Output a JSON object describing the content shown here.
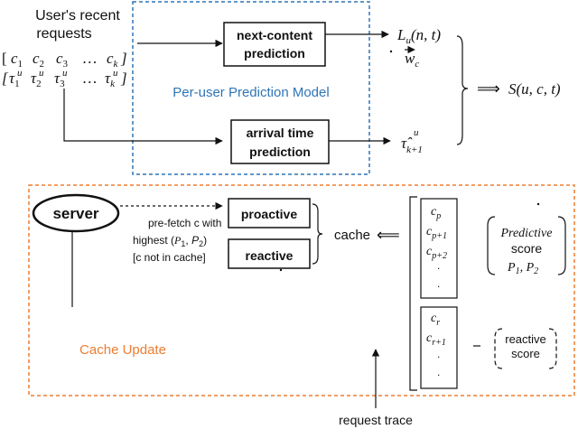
{
  "user_requests": {
    "title_line1": "User's recent",
    "title_line2": "requests",
    "content_row": {
      "open": "[",
      "items": [
        "c",
        "c",
        "c",
        "…",
        "c"
      ],
      "subs": [
        "1",
        "2",
        "3",
        "",
        "k"
      ],
      "close": "]"
    },
    "time_row": {
      "open": "[τ",
      "items": [
        "τ",
        "τ",
        "τ",
        "…",
        "τ"
      ],
      "sups": [
        "u",
        "u",
        "u",
        "",
        "u"
      ],
      "subs": [
        "1",
        "2",
        "3",
        "",
        "k"
      ],
      "close": "]"
    }
  },
  "model": {
    "title": "Per-user Prediction Model",
    "next_content_line1": "next-content",
    "next_content_line2": "prediction",
    "arrival_line1": "arrival time",
    "arrival_line2": "prediction"
  },
  "outputs": {
    "L": "L",
    "L_sub": "u",
    "L_args": "(n, t)",
    "w": "w",
    "w_sub": "c",
    "tau": "τ̂",
    "tau_sup": "u",
    "tau_sub": "k+1",
    "implies": "⟹",
    "score": "S(u, c, t)"
  },
  "cache_section": {
    "server_label": "server",
    "prefetch_line1": "pre-fetch c with",
    "prefetch_line2_a": "highest (",
    "prefetch_line2_p1": "P",
    "prefetch_line2_sub1": "1",
    "prefetch_line2_comma": ", ",
    "prefetch_line2_p2": "P",
    "prefetch_line2_sub2": "2",
    "prefetch_line2_b": ")",
    "prefetch_line3": "[c not in cache]",
    "proactive": "proactive",
    "reactive": "reactive",
    "cache_label": "cache",
    "left_arrow": "⟸",
    "proactive_list": {
      "var": "c",
      "subs": [
        "p",
        "p+1",
        "p+2"
      ],
      "dots": "."
    },
    "reactive_list": {
      "var": "c",
      "subs": [
        "r",
        "r+1"
      ],
      "dots": "."
    },
    "predictive_line1": "Predictive",
    "predictive_line2": "score",
    "predictive_p": "P",
    "predictive_s1": "1",
    "predictive_comma": ", ",
    "predictive_s2": "2",
    "reactive_score_line1": "reactive",
    "reactive_score_line2": "score",
    "section_label": "Cache Update",
    "request_trace": "request trace"
  },
  "colors": {
    "model_border": "#2e75b6",
    "model_title": "#2e75b6",
    "cache_border": "#ed7d31",
    "cache_title": "#ed7d31"
  }
}
